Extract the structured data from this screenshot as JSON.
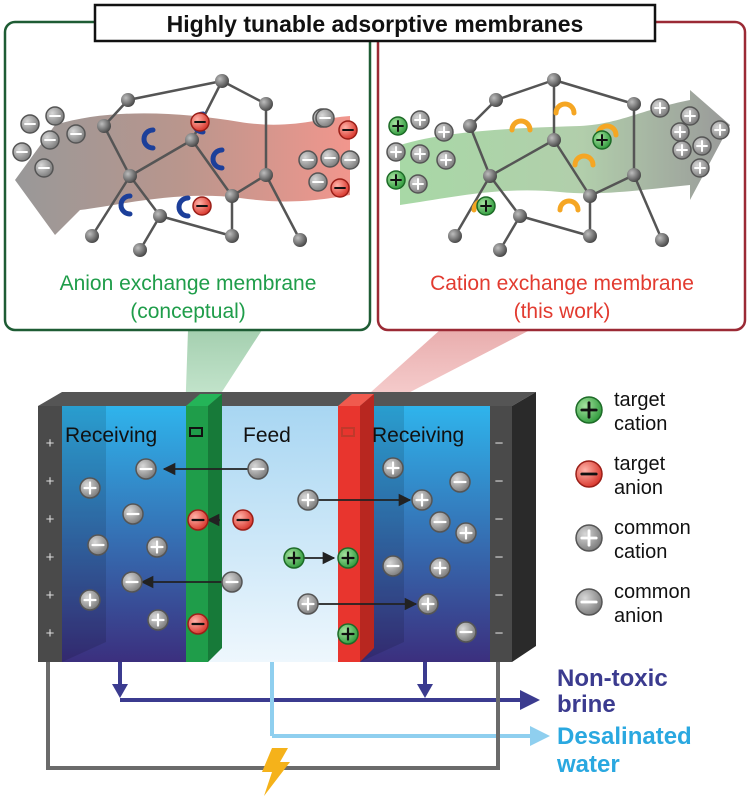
{
  "title": "Highly tunable adsorptive membranes",
  "panels": {
    "left": {
      "line1": "Anion exchange membrane",
      "line2": "(conceptual)"
    },
    "right": {
      "line1": "Cation exchange membrane",
      "line2": "(this work)"
    }
  },
  "cell": {
    "receiving_left": "Receiving",
    "feed": "Feed",
    "receiving_right": "Receiving"
  },
  "legend": [
    {
      "symbol": "+",
      "line1": "target",
      "line2": "cation"
    },
    {
      "symbol": "−",
      "line1": "target",
      "line2": "anion"
    },
    {
      "symbol": "+",
      "line1": "common",
      "line2": "cation"
    },
    {
      "symbol": "−",
      "line1": "common",
      "line2": "anion"
    }
  ],
  "outputs": {
    "brine_line1": "Non-toxic",
    "brine_line2": "brine",
    "water_line1": "Desalinated",
    "water_line2": "water"
  },
  "electrode_signs": {
    "left": "+",
    "right": "−"
  },
  "colors": {
    "target_cation": "#4caf50",
    "target_anion": "#e74c3c",
    "common_ion": "#9a9a9a",
    "brine": "#3b3b8f",
    "water": "#2aa8e0",
    "aem": "#1f9d4a",
    "cem": "#e8352e",
    "left_frame": "#1e5c34",
    "right_frame": "#9b2a35"
  }
}
